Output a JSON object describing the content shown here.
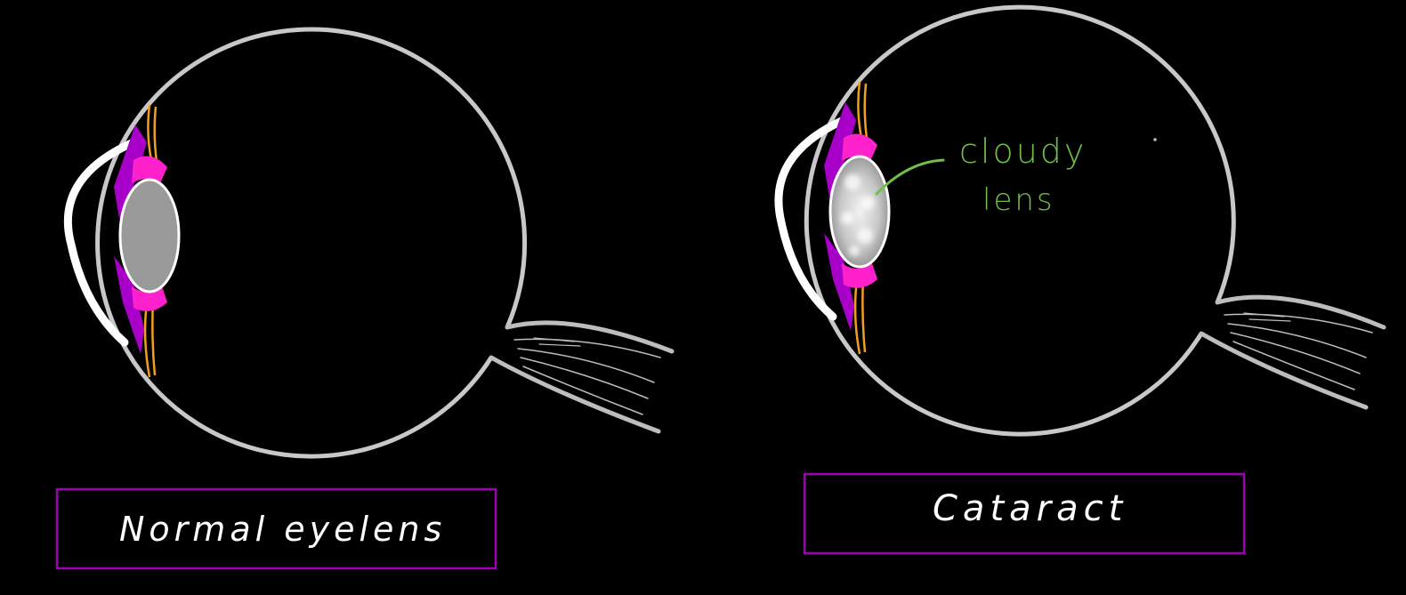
{
  "colors": {
    "background": "#000000",
    "eyeball_outline": "#c8c8c8",
    "cornea": "#ffffff",
    "iris": "#a800c8",
    "ciliary": "#ff22cc",
    "suspensory_ligament": "#f0a020",
    "normal_lens": "#9a9a9a",
    "cloudy_lens": "#d0d0d0",
    "label_box_border": "#a000b4",
    "label_text": "#ffffff",
    "annotation": "#6fbf4a"
  },
  "panels": [
    {
      "label": "Normal eyelens",
      "lens": "clear"
    },
    {
      "label": "Cataract",
      "lens": "cloudy"
    }
  ],
  "annotation": {
    "line1": "cloudy",
    "line2": "lens"
  }
}
